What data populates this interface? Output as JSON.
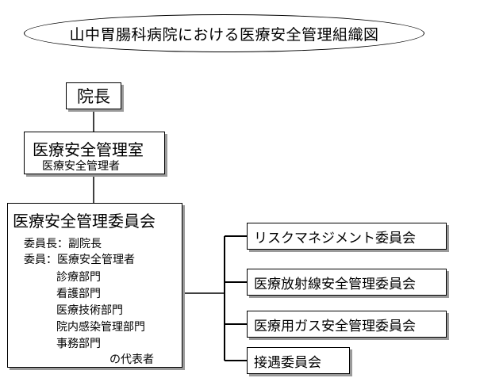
{
  "title": "山中胃腸科病院における医療安全管理組織図",
  "director": "院長",
  "safety_office": {
    "name": "医療安全管理室",
    "member": "医療安全管理者"
  },
  "committee": {
    "name": "医療安全管理委員会",
    "chair": "委員長：副院長",
    "members_label": "委員：医療安全管理者",
    "departments": [
      "診療部門",
      "看護部門",
      "医療技術部門",
      "院内感染管理部門",
      "事務部門"
    ],
    "suffix": "の代表者"
  },
  "sub_committees": [
    "リスクマネジメント委員会",
    "医療放射線安全管理委員会",
    "医療用ガス安全管理委員会",
    "接遇委員会"
  ]
}
